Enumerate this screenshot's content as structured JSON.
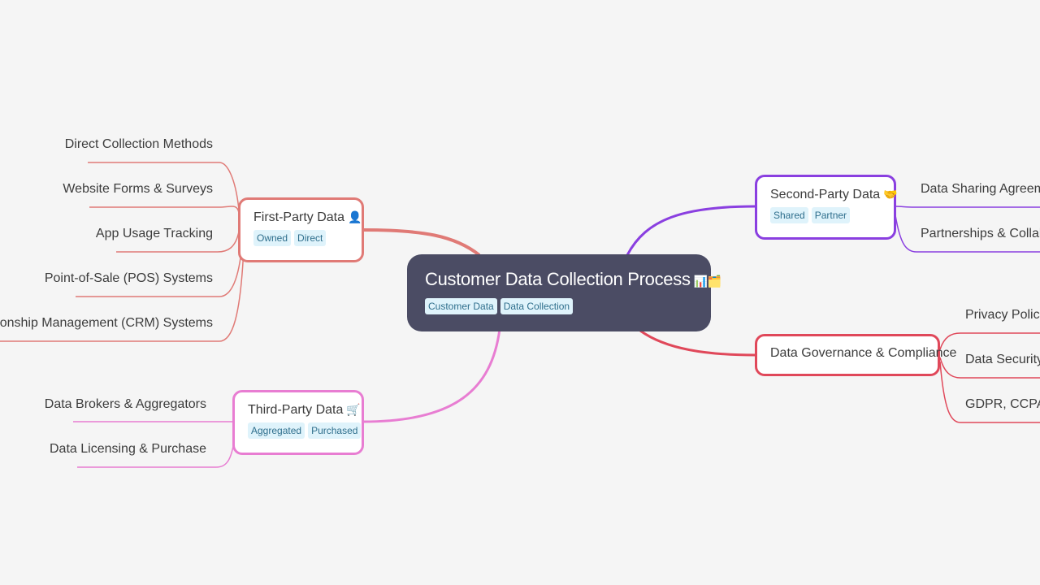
{
  "root": {
    "title": "Customer Data Collection Process",
    "emoji": "📊🗂️",
    "tags": [
      "Customer Data",
      "Data Collection"
    ]
  },
  "branches": {
    "first_party": {
      "title": "First-Party Data",
      "emoji": "👤",
      "color": "#e07a76",
      "tags": [
        "Owned",
        "Direct"
      ],
      "leaves": [
        "Direct Collection Methods",
        "Website Forms & Surveys",
        "App Usage Tracking",
        "Point-of-Sale (POS) Systems",
        "er Relationship Management (CRM) Systems"
      ]
    },
    "third_party": {
      "title": "Third-Party Data",
      "emoji": "🛒",
      "color": "#e87dd2",
      "tags": [
        "Aggregated",
        "Purchased"
      ],
      "leaves": [
        "Data Brokers & Aggregators",
        "Data Licensing & Purchase"
      ]
    },
    "second_party": {
      "title": "Second-Party Data",
      "emoji": "🤝",
      "color": "#8a3fe0",
      "tags": [
        "Shared",
        "Partner"
      ],
      "leaves": [
        "Data Sharing Agreement",
        "Partnerships & Collabora"
      ]
    },
    "governance": {
      "title": "Data Governance & Compliance",
      "color": "#e0485a",
      "leaves": [
        "Privacy Policies",
        "Data Security M",
        "GDPR, CCPA, etc"
      ]
    }
  }
}
